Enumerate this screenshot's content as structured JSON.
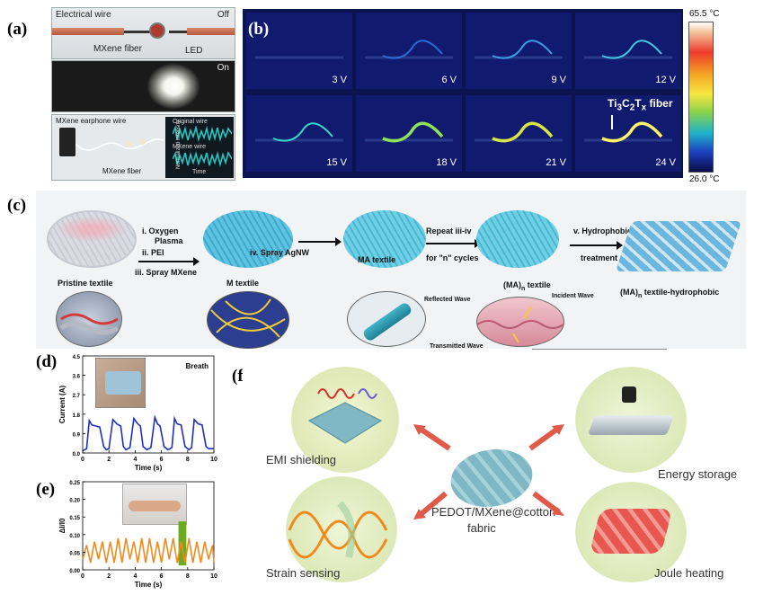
{
  "panel_a": {
    "label": "(a)",
    "photo1": {
      "electrical_wire": "Electrical wire",
      "off": "Off",
      "mxene_fiber": "MXene fiber",
      "led": "LED"
    },
    "photo2": {
      "on": "On"
    },
    "photo3": {
      "earphone_wire": "MXene earphone wire",
      "fiber": "MXene fiber",
      "original_wire": "Original wire",
      "mxene_wire": "MXene wire",
      "y_axis": "Normalized Intensity",
      "x_axis": "Time"
    }
  },
  "panel_b": {
    "label": "(b)",
    "voltages": [
      "3 V",
      "6 V",
      "9 V",
      "12 V",
      "15 V",
      "18 V",
      "21 V",
      "24 V"
    ],
    "fiber_label": "Ti3C2Tx fiber",
    "scale_max": "65.5 °C",
    "scale_min": "26.0 °C"
  },
  "panel_c": {
    "label": "(c)",
    "step1": "i. Oxygen",
    "step1b": "Plasma",
    "step2": "ii. PEI",
    "step3": "iii. Spray MXene",
    "step4": "iv. Spray AgNW",
    "step5": "Repeat iii-iv",
    "step5b": "for \"n\" cycles",
    "step6": "v. Hydrophobic",
    "step6b": "treatment",
    "pristine": "Pristine textile",
    "m_textile": "M textile",
    "ma_textile": "MA textile",
    "man_textile": "(MA)",
    "man_sub": "n",
    "man_suffix": " textile",
    "hydrophobic": "(MA)",
    "hydrophobic_suffix": " textile-hydrophobic",
    "reflected": "Reflected Wave",
    "incident": "Incident Wave",
    "transmitted": "Transmitted Wave"
  },
  "panel_d": {
    "label": "(d)",
    "title": "Breath",
    "ylabel": "Current (A)",
    "xlabel": "Time (s)",
    "yticks": [
      "4.5",
      "3.6",
      "2.7",
      "1.8",
      "0.9",
      "0.0"
    ],
    "xticks": [
      "0",
      "2",
      "4",
      "6",
      "8",
      "10"
    ]
  },
  "panel_e": {
    "label": "(e)",
    "ylabel": "ΔI/I0",
    "xlabel": "Time (s)",
    "yticks": [
      "0.25",
      "0.20",
      "0.15",
      "0.10",
      "0.05",
      "0.00"
    ],
    "xticks": [
      "0",
      "2",
      "4",
      "6",
      "8",
      "10"
    ]
  },
  "panel_f": {
    "label": "(f)",
    "emi": "EMI shielding",
    "energy": "Energy storage",
    "strain": "Strain sensing",
    "joule": "Joule heating",
    "center": "PEDOT/MXene@cotton",
    "center2": "fabric"
  },
  "chart_data": [
    {
      "type": "line",
      "title": "Breath",
      "xlabel": "Time (s)",
      "ylabel": "Current (A)",
      "xlim": [
        0,
        10
      ],
      "ylim": [
        0,
        4.5
      ],
      "x": [
        0,
        0.3,
        0.5,
        0.7,
        1.0,
        1.3,
        1.6,
        1.8,
        2.0,
        2.3,
        2.6,
        2.9,
        3.1,
        3.3,
        3.6,
        3.9,
        4.2,
        4.4,
        4.6,
        4.9,
        5.2,
        5.5,
        5.7,
        5.9,
        6.2,
        6.5,
        6.8,
        7.0,
        7.2,
        7.5,
        7.8,
        8.1,
        8.3,
        8.5,
        8.8,
        9.1,
        9.4,
        9.6,
        9.8,
        10.0
      ],
      "series": [
        {
          "values": [
            0.1,
            0.2,
            1.5,
            1.3,
            1.25,
            1.2,
            0.3,
            0.15,
            0.2,
            1.55,
            1.35,
            1.25,
            0.3,
            0.15,
            0.25,
            1.6,
            1.35,
            1.25,
            0.3,
            0.15,
            0.25,
            1.65,
            1.35,
            1.25,
            0.3,
            0.15,
            0.25,
            1.6,
            1.35,
            1.3,
            0.3,
            0.15,
            0.25,
            1.55,
            1.35,
            1.3,
            0.3,
            0.2,
            0.2,
            0.2
          ]
        }
      ]
    },
    {
      "type": "line",
      "xlabel": "Time (s)",
      "ylabel": "ΔI/I0",
      "xlim": [
        0,
        10
      ],
      "ylim": [
        0,
        0.25
      ],
      "x": [
        0,
        0.3,
        0.6,
        0.9,
        1.2,
        1.5,
        1.8,
        2.1,
        2.4,
        2.7,
        3.0,
        3.3,
        3.6,
        3.9,
        4.2,
        4.5,
        4.8,
        5.1,
        5.4,
        5.7,
        6.0,
        6.3,
        6.6,
        6.9,
        7.2,
        7.5,
        7.8,
        8.1,
        8.4,
        8.7,
        9.0,
        9.3,
        9.6,
        9.9,
        10.0
      ],
      "series": [
        {
          "values": [
            0.03,
            0.07,
            0.02,
            0.08,
            0.03,
            0.08,
            0.02,
            0.08,
            0.02,
            0.09,
            0.02,
            0.09,
            0.03,
            0.08,
            0.02,
            0.09,
            0.02,
            0.09,
            0.02,
            0.08,
            0.02,
            0.09,
            0.03,
            0.09,
            0.02,
            0.08,
            0.02,
            0.09,
            0.02,
            0.08,
            0.02,
            0.08,
            0.03,
            0.07,
            0.02
          ]
        }
      ],
      "highlight_x": [
        7.3,
        7.9
      ]
    }
  ]
}
